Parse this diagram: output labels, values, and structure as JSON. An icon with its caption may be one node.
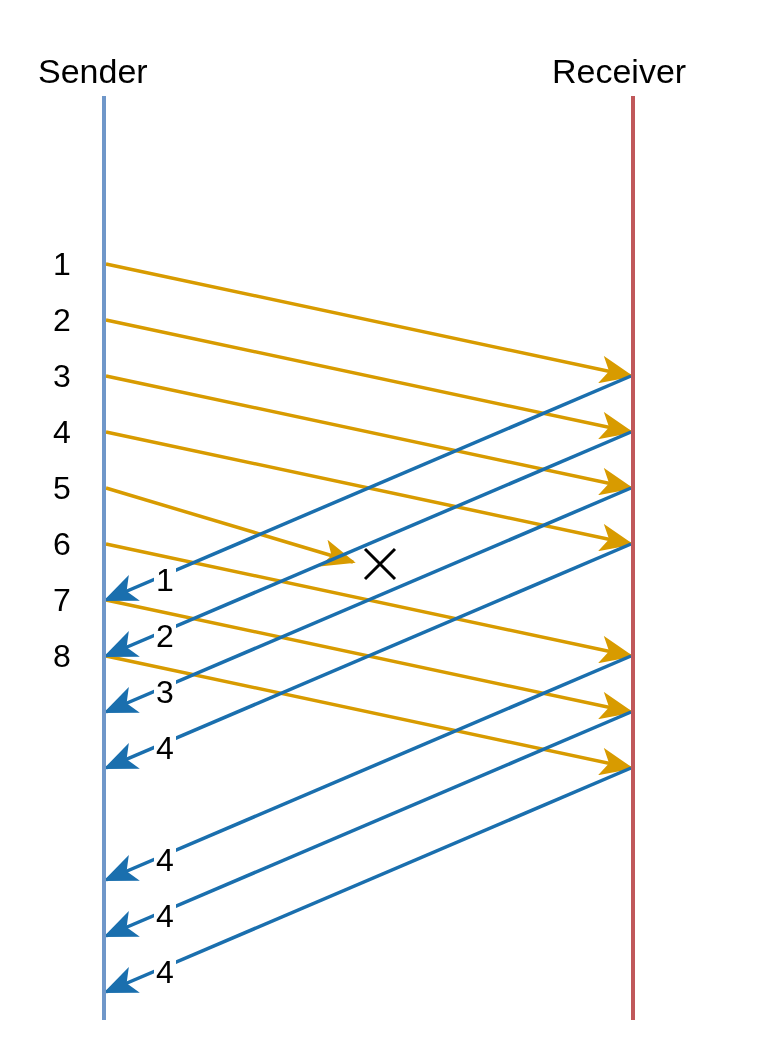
{
  "diagram": {
    "nodes": [
      {
        "text": [
          "Sender"
        ]
      },
      {
        "text": [
          "Receiver"
        ]
      },
      {
        "text": [],
        "shape": "cross"
      }
    ],
    "edges": [
      {
        "from": 0,
        "to": 1,
        "arrow": "to",
        "label": "1",
        "color": "#d89b00"
      },
      {
        "from": 0,
        "to": 1,
        "arrow": "to",
        "label": "2",
        "color": "#d89b00"
      },
      {
        "from": 0,
        "to": 1,
        "arrow": "to",
        "label": "3",
        "color": "#d89b00"
      },
      {
        "from": 0,
        "to": 1,
        "arrow": "to",
        "label": "4",
        "color": "#d89b00"
      },
      {
        "from": 0,
        "to": 2,
        "arrow": "to",
        "label": "5",
        "color": "#d89b00"
      },
      {
        "from": 0,
        "to": 1,
        "arrow": "to",
        "label": "6",
        "color": "#d89b00"
      },
      {
        "from": 0,
        "to": 1,
        "arrow": "to",
        "label": "7",
        "color": "#d89b00"
      },
      {
        "from": 0,
        "to": 1,
        "arrow": "to",
        "label": "8",
        "color": "#d89b00"
      },
      {
        "from": 1,
        "to": 0,
        "arrow": "to",
        "label": "1",
        "color": "#1a6fae"
      },
      {
        "from": 1,
        "to": 0,
        "arrow": "to",
        "label": "2",
        "color": "#1a6fae"
      },
      {
        "from": 1,
        "to": 0,
        "arrow": "to",
        "label": "3",
        "color": "#1a6fae"
      },
      {
        "from": 1,
        "to": 0,
        "arrow": "to",
        "label": "4",
        "color": "#1a6fae"
      },
      {
        "from": 1,
        "to": 0,
        "arrow": "to",
        "label": "4",
        "color": "#1a6fae"
      },
      {
        "from": 1,
        "to": 0,
        "arrow": "to",
        "label": "4",
        "color": "#1a6fae"
      },
      {
        "from": 1,
        "to": 0,
        "arrow": "to",
        "label": "4",
        "color": "#1a6fae"
      }
    ]
  }
}
